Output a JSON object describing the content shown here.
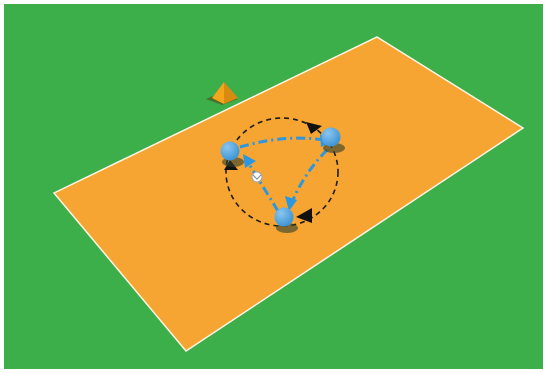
{
  "scene": {
    "colors": {
      "grass": "#3cae4a",
      "grass_frame": "#ffffff",
      "field": "#f6a432",
      "field_line": "#fff6e4",
      "cone": "#f4a51c",
      "cone_shadow": "#5a3d10",
      "player": "#3f95d6",
      "player_highlight": "#8cc6ee",
      "player_shadow": "#2f3f2b",
      "pass_arrow": "#2a97e0",
      "run_path": "#1d1d1d",
      "run_arrowhead": "#111111"
    },
    "icons": {
      "cone": "training-cone-icon",
      "player": "player-token-icon",
      "ball": "football-icon",
      "pass": "dash-dot-arrow-icon",
      "run": "dashed-curved-arrow-icon"
    },
    "players_count": 3,
    "passes_count": 3,
    "runs_count": 3
  }
}
